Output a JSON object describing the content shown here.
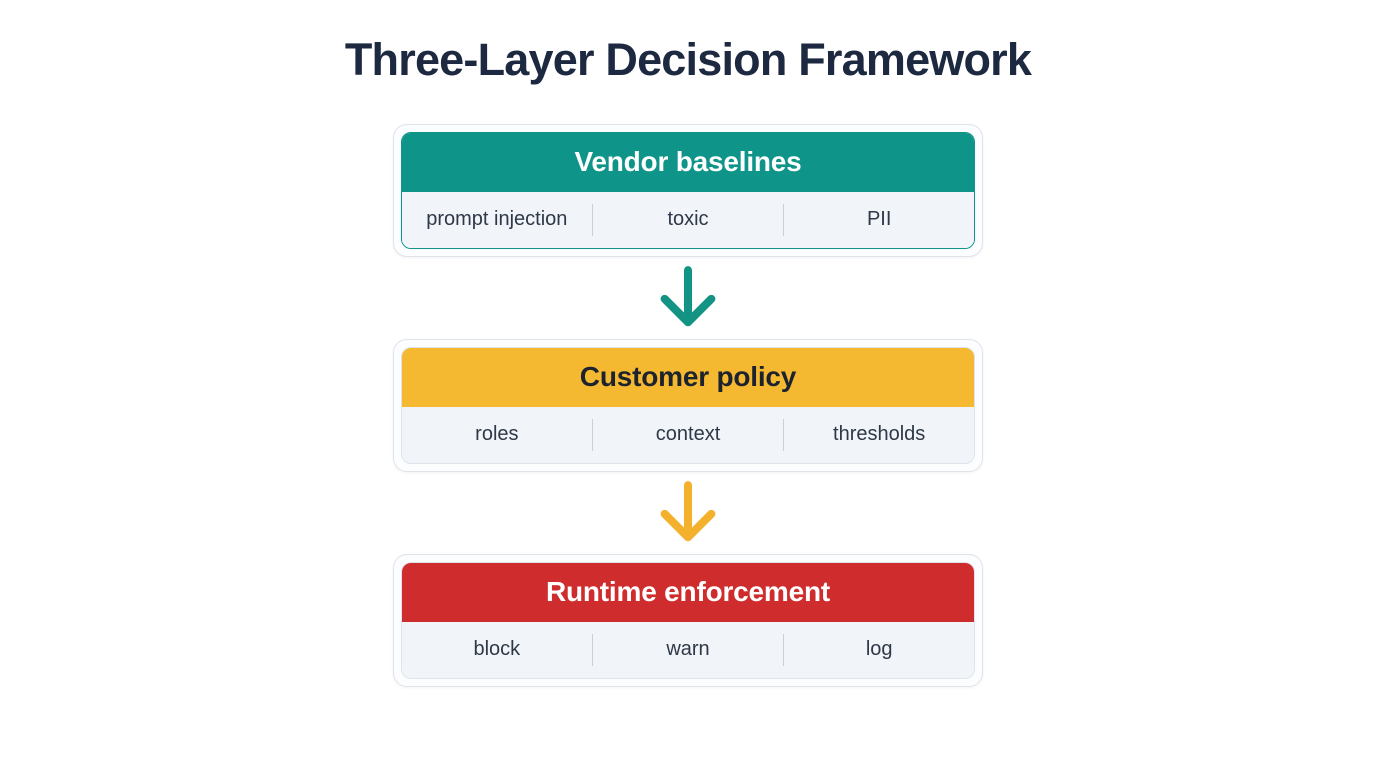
{
  "title": "Three-Layer Decision Framework",
  "layers": [
    {
      "id": "vendor-baselines",
      "label": "Vendor baselines",
      "header_bg": "#0e9488",
      "header_fg": "#ffffff",
      "border": "#0e9488",
      "items": [
        "prompt injection",
        "toxic",
        "PII"
      ]
    },
    {
      "id": "customer-policy",
      "label": "Customer policy",
      "header_bg": "#f4b831",
      "header_fg": "#1d232e",
      "border": "#dfe3ea",
      "items": [
        "roles",
        "context",
        "thresholds"
      ]
    },
    {
      "id": "runtime-enforcement",
      "label": "Runtime enforcement",
      "header_bg": "#cf2d2d",
      "header_fg": "#ffffff",
      "border": "#dfe3ea",
      "items": [
        "block",
        "warn",
        "log"
      ]
    }
  ],
  "arrows": [
    {
      "id": "arrow-vendor-to-customer",
      "color": "#129384"
    },
    {
      "id": "arrow-customer-to-runtime",
      "color": "#f3b12e"
    }
  ],
  "colors": {
    "background": "#ffffff",
    "title_text": "#1d2940",
    "row_bg": "#f1f4f8",
    "row_text": "#2e3848",
    "card_bg": "#fcfdfe",
    "card_border": "#dfe3ea",
    "divider": "#c9d0da"
  }
}
